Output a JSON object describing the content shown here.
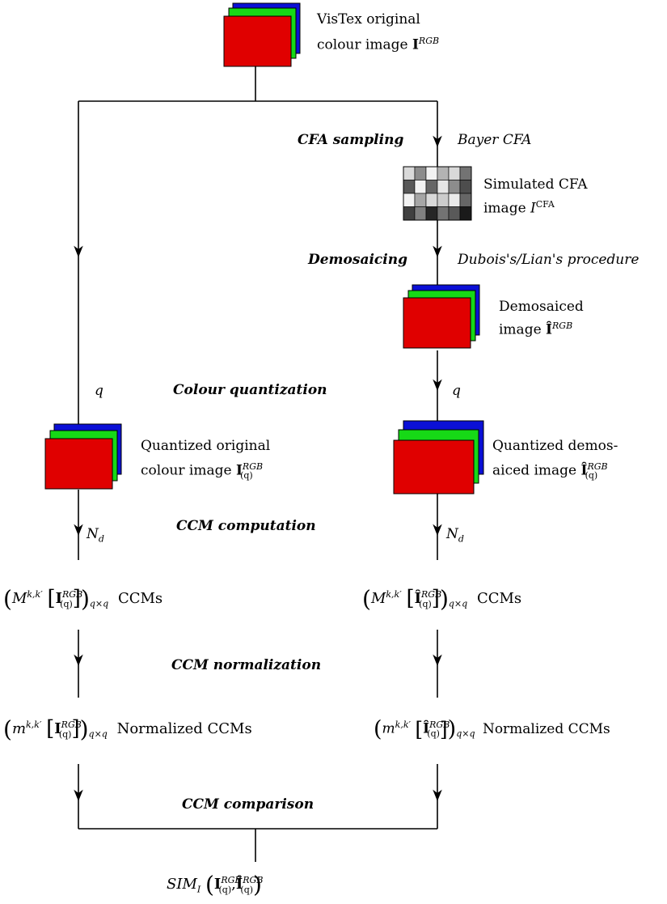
{
  "colors": {
    "red": "#e00000",
    "green": "#16d916",
    "blue": "#0b10d6",
    "line": "#000000"
  },
  "cfa_grid": [
    [
      0.85,
      0.55,
      0.95,
      0.7,
      0.85,
      0.45
    ],
    [
      0.35,
      0.95,
      0.4,
      0.9,
      0.55,
      0.3
    ],
    [
      0.95,
      0.65,
      0.85,
      0.8,
      0.92,
      0.4
    ],
    [
      0.25,
      0.5,
      0.15,
      0.45,
      0.35,
      0.1
    ]
  ],
  "labels": {
    "original_line1": "VisTex original",
    "original_line2": "colour image ",
    "original_sym": "I",
    "original_sup": "RGB",
    "cfa_sampling": "CFA sampling",
    "bayer": "Bayer CFA",
    "sim_line1": "Simulated CFA",
    "sim_line2": "image ",
    "sim_sym": "I",
    "sim_sup": "CFA",
    "demosaicing": "Demosaicing",
    "procedure": "Dubois's/Lian's procedure",
    "dem_line1": "Demosaiced",
    "dem_line2": "image ",
    "dem_sym": "Î",
    "dem_sup": "RGB",
    "q_left": "q",
    "q_right": "q",
    "colour_quant": "Colour quantization",
    "quant_orig_line1": "Quantized original",
    "quant_orig_line2": "colour image ",
    "quant_orig_sym": "I",
    "quant_orig_sup": "RGB",
    "quant_orig_sub": "(q)",
    "quant_dem_line1": "Quantized demos-",
    "quant_dem_line2": "aiced image ",
    "quant_dem_sym": "Î",
    "quant_dem_sup": "RGB",
    "quant_dem_sub": "(q)",
    "nd_left": "N",
    "nd_left_sub": "d",
    "nd_right": "N",
    "nd_right_sub": "d",
    "ccm_computation": "CCM computation",
    "ccm_left_M": "M",
    "ccm_left_sup": "k,k′",
    "ccm_left_I": "I",
    "ccm_left_Isup": "RGB",
    "ccm_left_Isub": "(q)",
    "ccm_left_sub": "q×q",
    "ccm_left_text": "CCMs",
    "ccm_right_M": "M",
    "ccm_right_sup": "k,k′",
    "ccm_right_I": "Î",
    "ccm_right_Isup": "RGB",
    "ccm_right_Isub": "(q)",
    "ccm_right_sub": "q×q",
    "ccm_right_text": "CCMs",
    "ccm_normalization": "CCM normalization",
    "norm_left_m": "m",
    "norm_left_sup": "k,k′",
    "norm_left_I": "I",
    "norm_left_Isup": "RGB",
    "norm_left_Isub": "(q)",
    "norm_left_sub": "q×q",
    "norm_left_text": "Normalized CCMs",
    "norm_right_m": "m",
    "norm_right_sup": "k,k′",
    "norm_right_I": "Î",
    "norm_right_Isup": "RGB",
    "norm_right_Isub": "(q)",
    "norm_right_sub": "q×q",
    "norm_right_text": "Normalized CCMs",
    "ccm_comparison": "CCM comparison",
    "sim_func": "SIM",
    "sim_func_sub": "I",
    "sim_a": "I",
    "sim_a_sup": "RGB",
    "sim_a_sub": "(q)",
    "sim_b": "Î",
    "sim_b_sup": "RGB",
    "sim_b_sub": "(q)"
  }
}
